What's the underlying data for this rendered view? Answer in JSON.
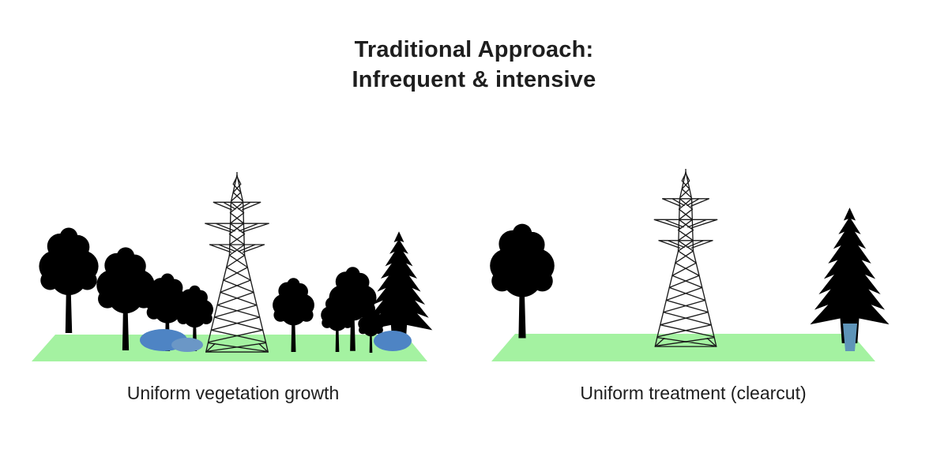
{
  "title": {
    "line1": "Traditional Approach:",
    "line2": "Infrequent & intensive"
  },
  "panels": {
    "left": {
      "caption": "Uniform vegetation growth",
      "scene": [
        "dense mixed deciduous and conifer trees",
        "transmission-tower",
        "grass-strip"
      ]
    },
    "right": {
      "caption": "Uniform treatment (clearcut)",
      "scene": [
        "single deciduous tree",
        "transmission-tower",
        "single conifer tree",
        "cleared grass-strip"
      ]
    }
  },
  "colors": {
    "background": "#FFFFFF",
    "text": "#1E1E1E",
    "tree-light": "#7CA6D3",
    "tree-dark": "#4E84C4",
    "tree-mid": "#6B97C6",
    "conifer-trunk": "#5E94B8",
    "ground": "#A4F2A1",
    "tower": "#1A1A1A"
  }
}
